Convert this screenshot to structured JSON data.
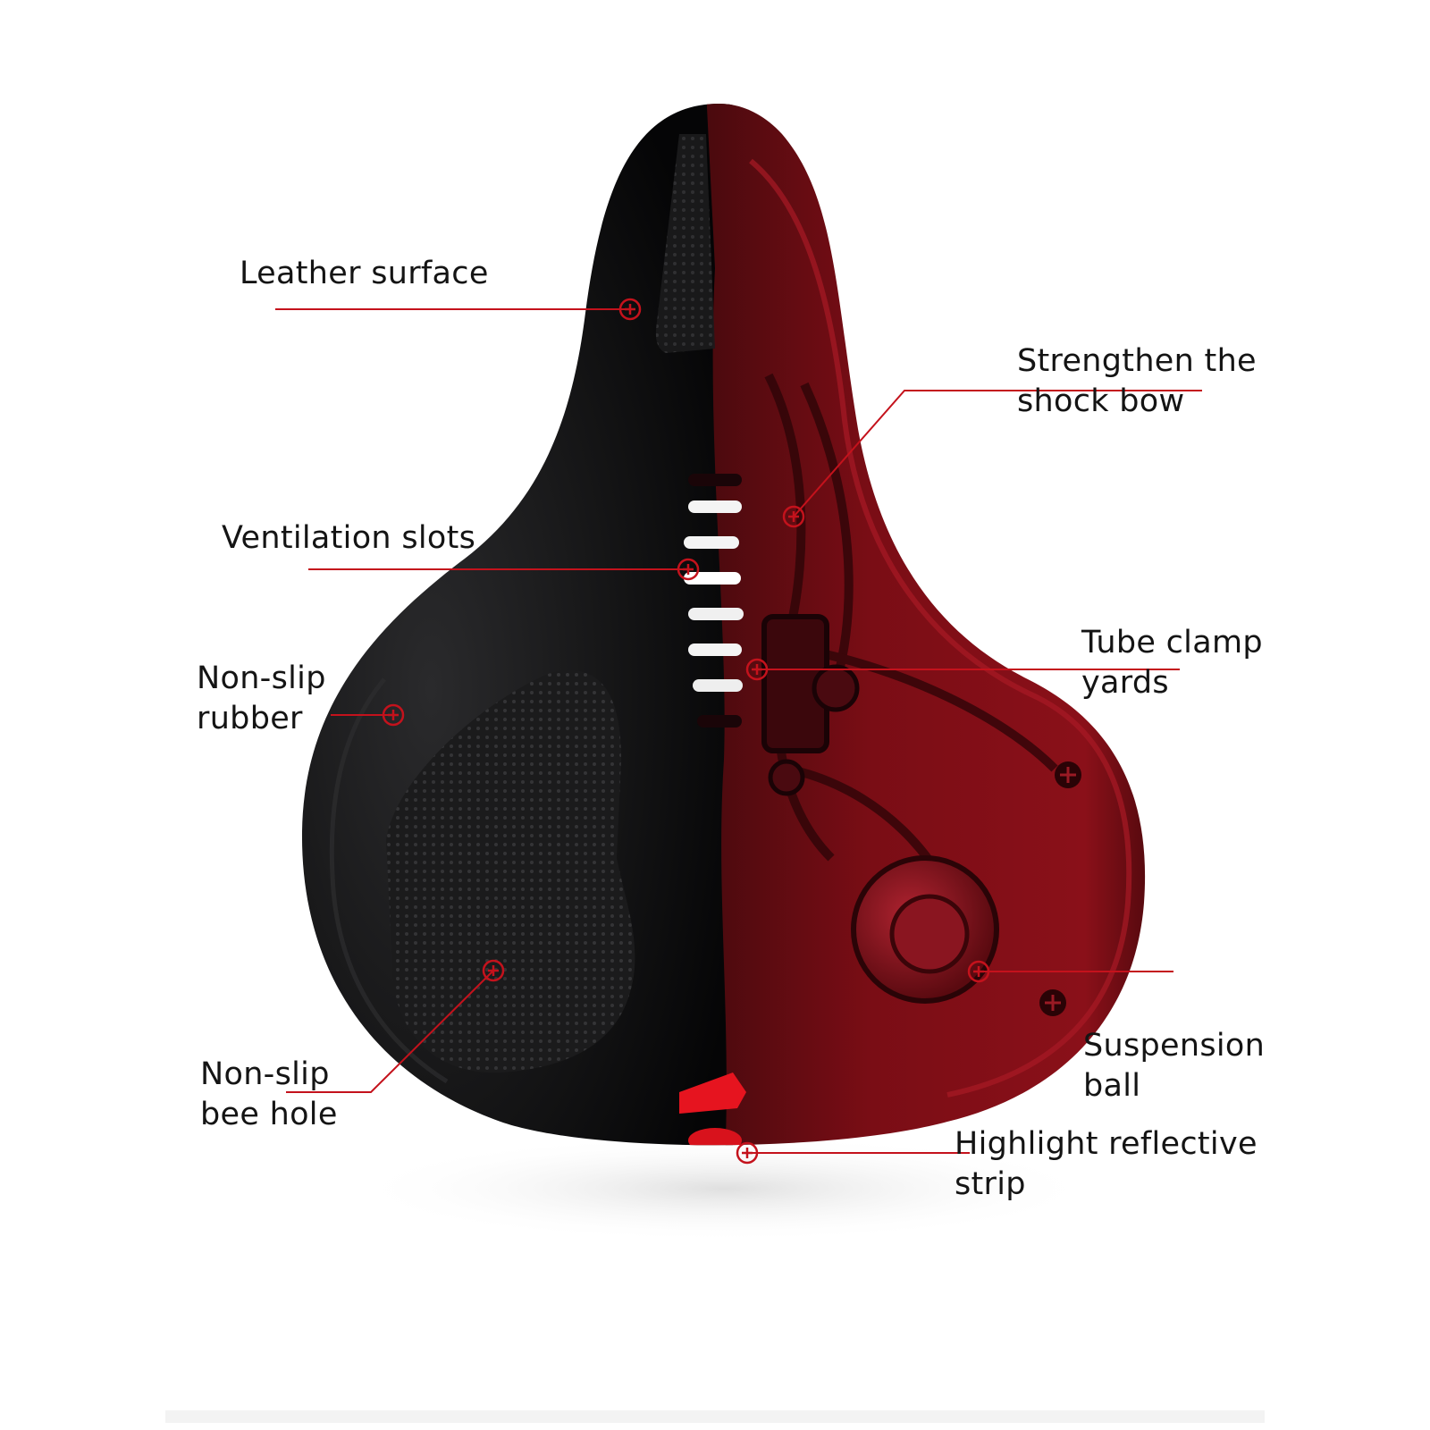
{
  "diagram": {
    "subject": "bicycle-saddle-cutaway",
    "colors": {
      "leader": "#c4121c",
      "shell": "#0d0d0e",
      "cutaway": "#7a0d15",
      "text": "#141414"
    },
    "callouts": [
      {
        "id": "leather-surface",
        "lines": [
          "Leather surface"
        ]
      },
      {
        "id": "shock-bow",
        "lines": [
          "Strengthen the",
          "shock bow"
        ]
      },
      {
        "id": "ventilation-slots",
        "lines": [
          "Ventilation slots"
        ]
      },
      {
        "id": "tube-clamp",
        "lines": [
          "Tube clamp",
          "yards"
        ]
      },
      {
        "id": "non-slip-rubber",
        "lines": [
          "Non-slip",
          "rubber"
        ]
      },
      {
        "id": "suspension-ball",
        "lines": [
          "Suspension",
          "ball"
        ]
      },
      {
        "id": "bee-hole",
        "lines": [
          "Non-slip",
          "bee hole"
        ]
      },
      {
        "id": "reflective-strip",
        "lines": [
          "Highlight reflective",
          "strip"
        ]
      }
    ]
  }
}
